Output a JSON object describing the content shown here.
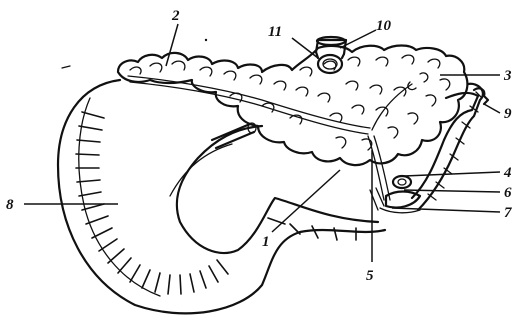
{
  "figure": {
    "labels": {
      "l1": "1",
      "l2": "2",
      "l3": "3",
      "l4": "4",
      "l5": "5",
      "l6": "6",
      "l7": "7",
      "l8": "8",
      "l9": "9",
      "l10": "10",
      "l11": "11"
    },
    "colors": {
      "ink": "#111111",
      "paper": "#ffffff"
    }
  }
}
